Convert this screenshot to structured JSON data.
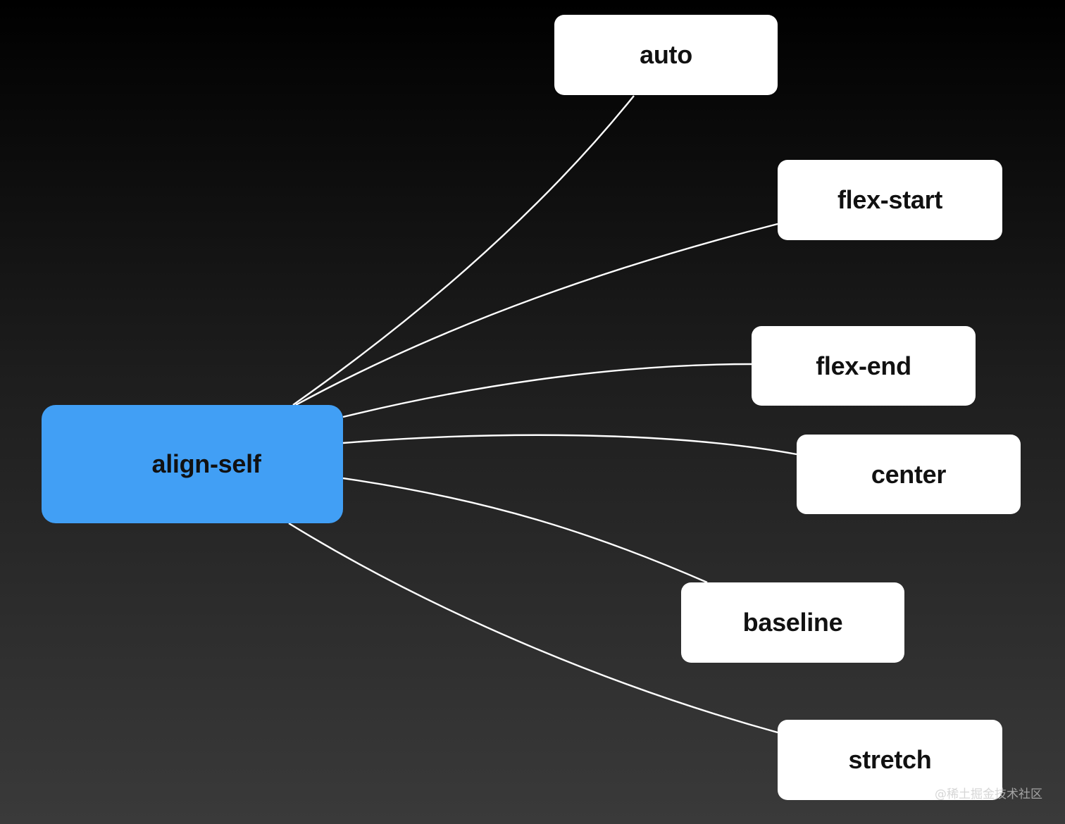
{
  "diagram": {
    "root": {
      "label": "align-self",
      "color": "#419ff5"
    },
    "children": [
      {
        "label": "auto"
      },
      {
        "label": "flex-start"
      },
      {
        "label": "flex-end"
      },
      {
        "label": "center"
      },
      {
        "label": "baseline"
      },
      {
        "label": "stretch"
      }
    ],
    "node_color": "#ffffff",
    "connector_color": "#ffffff",
    "background_colors": [
      "#000000",
      "#3a3a3a"
    ]
  },
  "watermark": "@稀土掘金技术社区"
}
